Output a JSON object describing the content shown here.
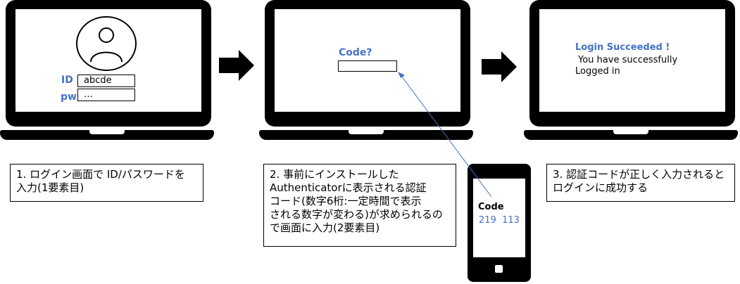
{
  "login": {
    "id_label": "ID",
    "id_value": "abcde",
    "pw_label": "pw",
    "pw_value": "…"
  },
  "code_screen": {
    "prompt": "Code?"
  },
  "success": {
    "title": "Login Succeeded !",
    "line1": "You have successfully",
    "line2": "Logged in"
  },
  "phone": {
    "label": "Code",
    "code": "219  113"
  },
  "captions": {
    "step1": "1. ログイン画面で ID/パスワードを\n入力(1要素目)",
    "step2": "2. 事前にインストールした\nAuthenticatorに表示される認証\nコード(数字6桁:一定時間で表示\nされる数字が変わる)が求められるの\nで画面に入力(2要素目)",
    "step3": "3. 認証コードが正しく入力されると\nログインに成功する"
  },
  "colors": {
    "accent": "#4472c4",
    "device": "#000000"
  }
}
